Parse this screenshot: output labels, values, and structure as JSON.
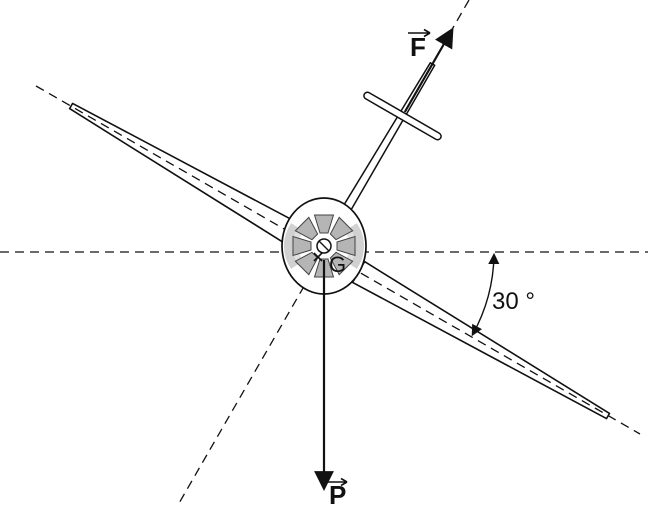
{
  "figure": {
    "description_labels": {
      "force_vector": "F",
      "weight_vector": "P",
      "gravity_center": "G",
      "angle_value": "30 °"
    },
    "colors": {
      "line": "#111111",
      "blade_fill": "#b5b5b5",
      "blur_gray": "#999999",
      "background": "#ffffff"
    }
  }
}
